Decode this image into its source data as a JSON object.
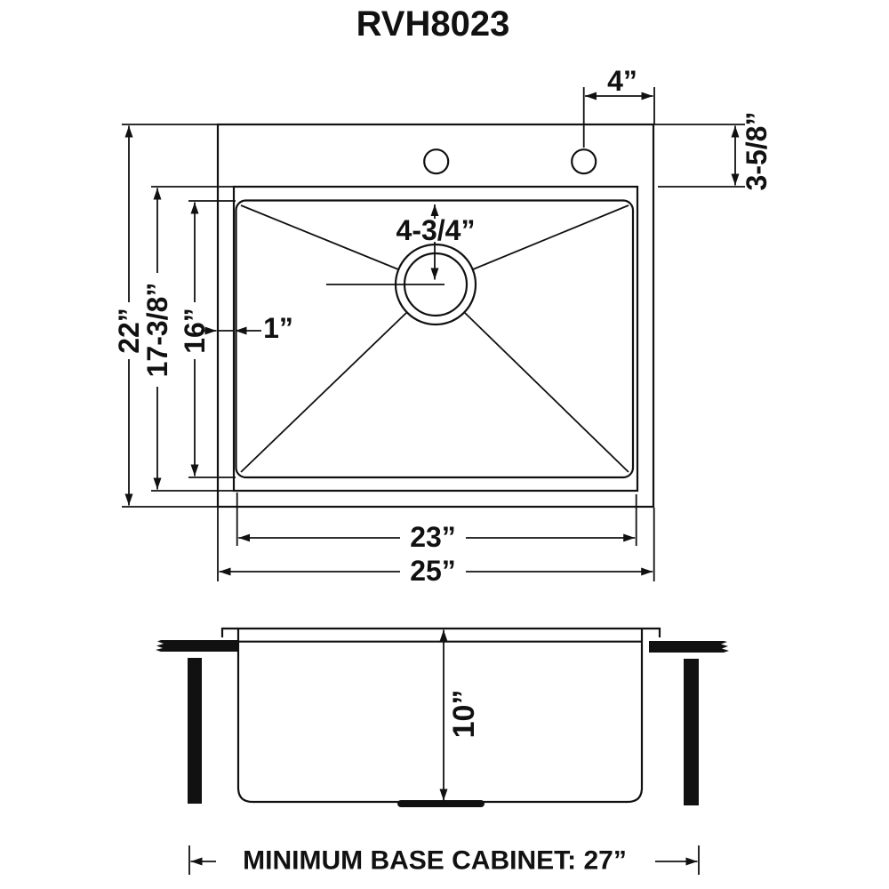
{
  "title": "RVH8023",
  "colors": {
    "line": "#111111",
    "background": "#ffffff"
  },
  "top_view": {
    "labels": {
      "faucet_hole_to_edge": "4”",
      "rim_to_bowl_top": "3-5/8”",
      "overall_front_to_back": "22”",
      "bowl_front_to_back": "17-3/8”",
      "bowl_bottom_front_to_back": "16”",
      "rim_lip_width": "1”",
      "drain_center_offset": "4-3/4”",
      "bowl_width": "23”",
      "overall_width": "25”"
    }
  },
  "section_view": {
    "labels": {
      "bowl_depth": "10”"
    }
  },
  "footer": {
    "cabinet_note": "MINIMUM BASE CABINET: 27”"
  }
}
